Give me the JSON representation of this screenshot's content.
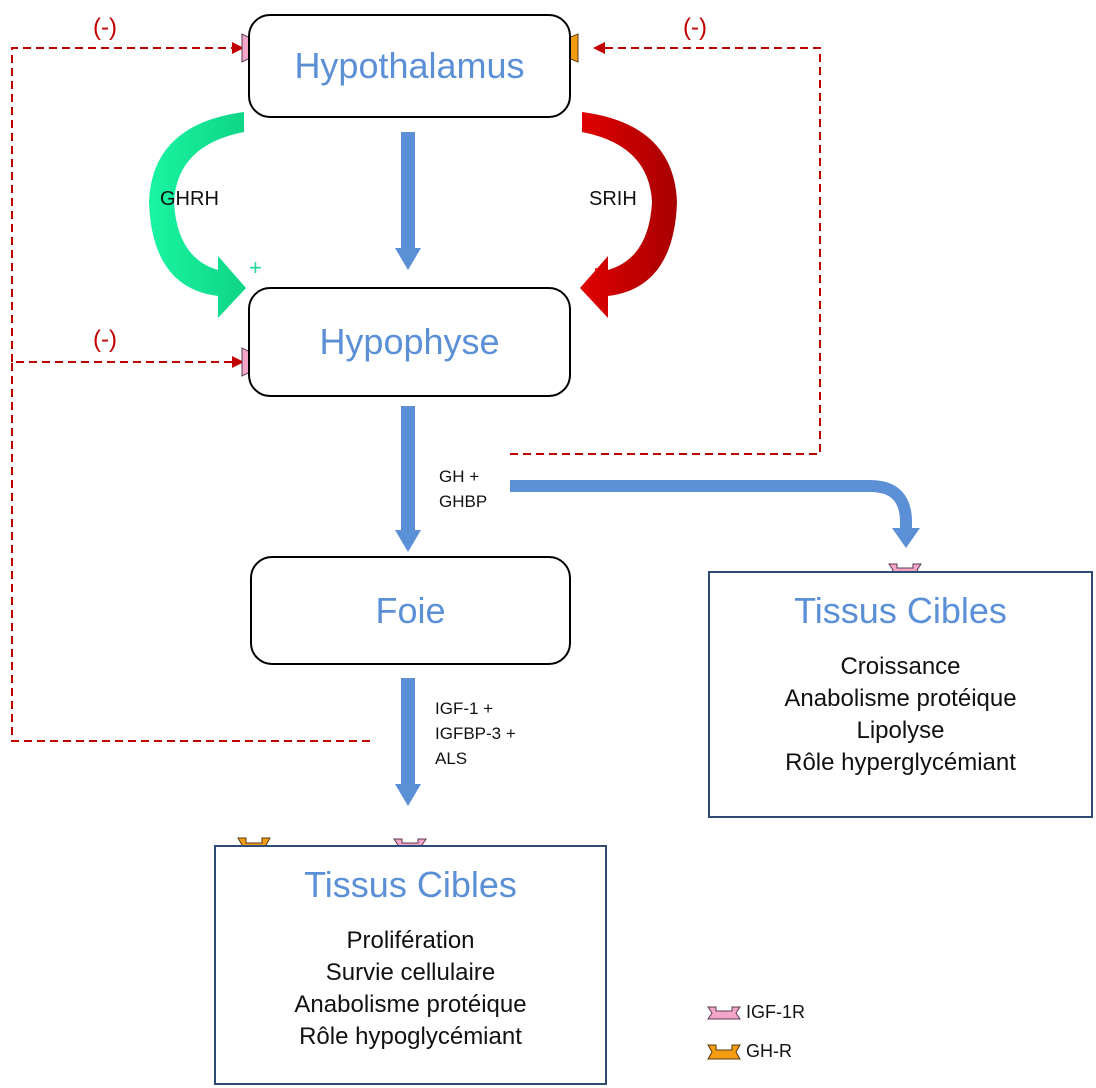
{
  "nodes": {
    "hypothalamus": "Hypothalamus",
    "hypophyse": "Hypophyse",
    "foie": "Foie",
    "tissus_right": {
      "title": "Tissus Cibles",
      "effects": [
        "Croissance",
        "Anabolisme protéique",
        "Lipolyse",
        "Rôle hyperglycémiant"
      ]
    },
    "tissus_bottom": {
      "title": "Tissus Cibles",
      "effects": [
        "Prolifération",
        "Survie cellulaire",
        "Anabolisme protéique",
        "Rôle hypoglycémiant"
      ]
    }
  },
  "hormones": {
    "ghrh": "GHRH",
    "srih": "SRIH",
    "gh_lines": [
      "GH +",
      "GHBP"
    ],
    "igf_lines": [
      "IGF-1 +",
      "IGFBP-3 +",
      "ALS"
    ]
  },
  "signs": {
    "plus": "+",
    "minus": "-",
    "feedback": "(-)"
  },
  "legend": {
    "igf1r": "IGF-1R",
    "ghr": "GH-R"
  },
  "colors": {
    "main_arrow": "#5b8fd6",
    "stimulation": "#19f5a2",
    "inhibition": "#d40000",
    "feedback": "#c00000",
    "igf1r": "#f4a6c9",
    "ghr": "#f39c12"
  }
}
